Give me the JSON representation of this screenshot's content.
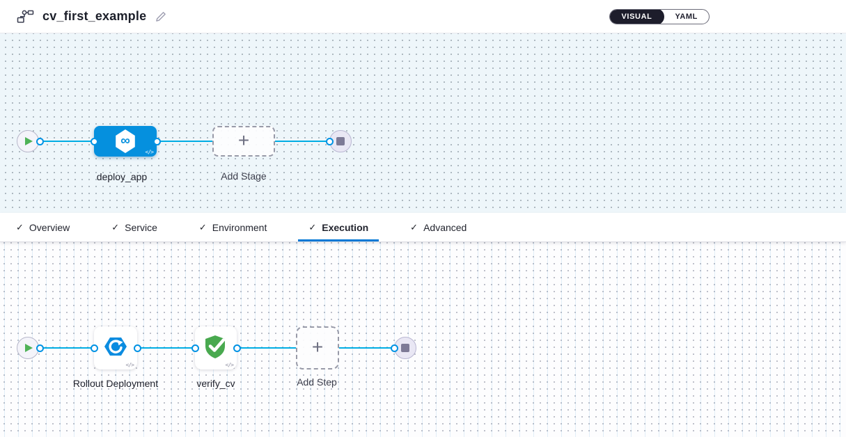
{
  "header": {
    "title": "cv_first_example",
    "view_toggle": {
      "options": [
        "VISUAL",
        "YAML"
      ],
      "selected": "VISUAL"
    }
  },
  "icons": {
    "check": "✓",
    "plus": "+",
    "code": "</>",
    "infinity": "∞"
  },
  "tabs": {
    "active": "Execution",
    "items": [
      {
        "label": "Overview",
        "checked": true
      },
      {
        "label": "Service",
        "checked": true
      },
      {
        "label": "Environment",
        "checked": true
      },
      {
        "label": "Execution",
        "checked": true
      },
      {
        "label": "Advanced",
        "checked": true
      }
    ]
  },
  "stage_pipeline": {
    "nodes": [
      {
        "name": "start",
        "icon": "play-icon"
      },
      {
        "name": "deploy_app",
        "label": "deploy_app",
        "icon": "cd-hexagon-icon"
      },
      {
        "name": "add-stage",
        "label": "Add Stage",
        "icon": "plus-icon"
      },
      {
        "name": "end",
        "icon": "stop-icon"
      }
    ]
  },
  "execution_pipeline": {
    "steps": [
      {
        "name": "start",
        "icon": "play-icon"
      },
      {
        "name": "rollout-deployment",
        "label": "Rollout Deployment",
        "icon": "rollout-hexagon-arrow-icon"
      },
      {
        "name": "verify_cv",
        "label": "verify_cv",
        "icon": "shield-check-icon"
      },
      {
        "name": "add-step",
        "label": "Add Step",
        "icon": "plus-icon"
      },
      {
        "name": "end",
        "icon": "stop-icon"
      }
    ]
  },
  "colors": {
    "accent_blue": "#0278d5",
    "connector_blue": "#00ade4",
    "stage_node_blue": "#0590de",
    "success_green": "#4caf50",
    "toggle_dark": "#1d1d2b",
    "canvas_top_bg": "#eef6fa"
  }
}
